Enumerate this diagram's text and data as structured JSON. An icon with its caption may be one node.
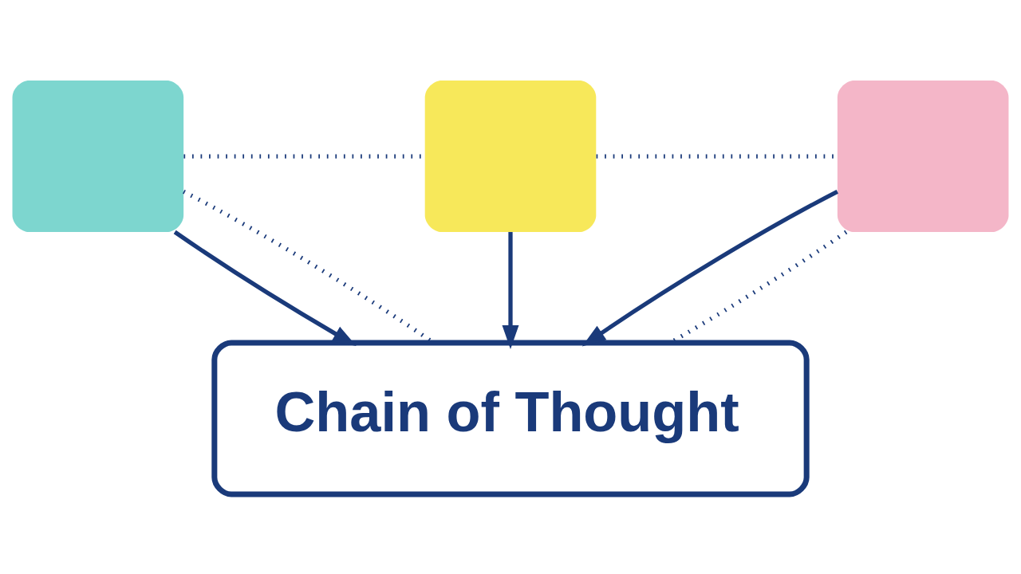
{
  "diagram": {
    "nodes": [
      {
        "text": [],
        "shape": "box"
      },
      {
        "text": [],
        "shape": "box"
      },
      {
        "text": [],
        "shape": "box"
      },
      {
        "text": [
          "Chain of Thought"
        ]
      }
    ],
    "edges": [
      {
        "from": 0,
        "to": 1,
        "arrow": "none",
        "style": "dashed"
      },
      {
        "from": 1,
        "to": 2,
        "arrow": "none",
        "style": "dashed"
      },
      {
        "from": 0,
        "to": 3,
        "arrow": "to"
      },
      {
        "from": 1,
        "to": 3,
        "arrow": "to"
      },
      {
        "from": 2,
        "to": 3,
        "arrow": "to"
      },
      {
        "from": 0,
        "to": 3,
        "arrow": "none",
        "style": "dashed"
      },
      {
        "from": 2,
        "to": 3,
        "arrow": "none",
        "style": "dashed"
      }
    ]
  }
}
